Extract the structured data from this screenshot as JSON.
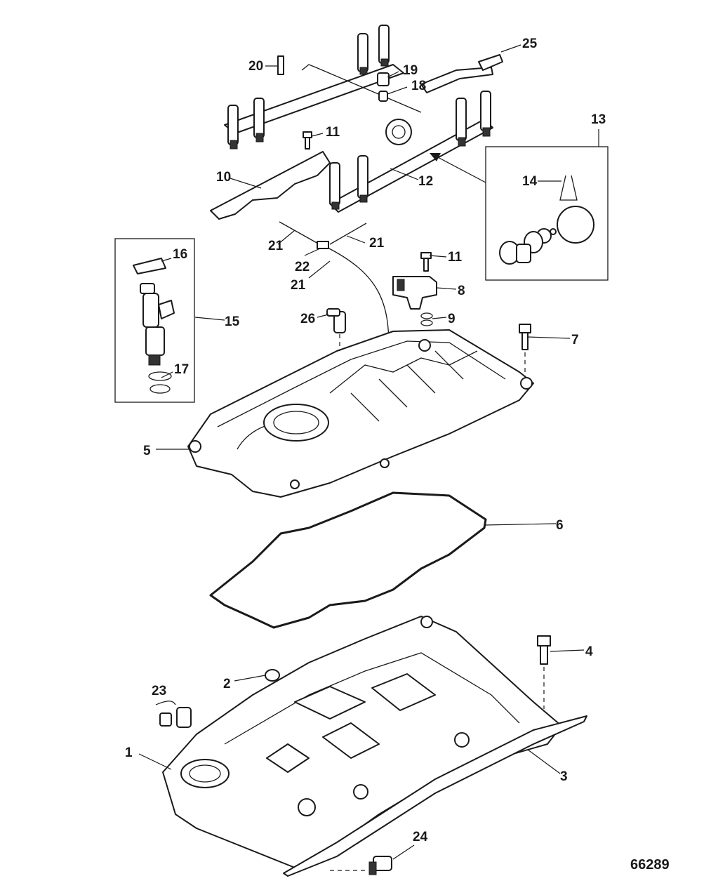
{
  "diagram": {
    "reference_number": "66289",
    "callouts": [
      {
        "id": "c1",
        "label": "1"
      },
      {
        "id": "c2",
        "label": "2"
      },
      {
        "id": "c3",
        "label": "3"
      },
      {
        "id": "c4",
        "label": "4"
      },
      {
        "id": "c5",
        "label": "5"
      },
      {
        "id": "c6",
        "label": "6"
      },
      {
        "id": "c7",
        "label": "7"
      },
      {
        "id": "c8",
        "label": "8"
      },
      {
        "id": "c9",
        "label": "9"
      },
      {
        "id": "c10",
        "label": "10"
      },
      {
        "id": "c11a",
        "label": "11"
      },
      {
        "id": "c11b",
        "label": "11"
      },
      {
        "id": "c12",
        "label": "12"
      },
      {
        "id": "c13",
        "label": "13"
      },
      {
        "id": "c14",
        "label": "14"
      },
      {
        "id": "c15",
        "label": "15"
      },
      {
        "id": "c16",
        "label": "16"
      },
      {
        "id": "c17",
        "label": "17"
      },
      {
        "id": "c18",
        "label": "18"
      },
      {
        "id": "c19",
        "label": "19"
      },
      {
        "id": "c20",
        "label": "20"
      },
      {
        "id": "c21a",
        "label": "21"
      },
      {
        "id": "c21b",
        "label": "21"
      },
      {
        "id": "c21c",
        "label": "21"
      },
      {
        "id": "c22",
        "label": "22"
      },
      {
        "id": "c23",
        "label": "23"
      },
      {
        "id": "c24",
        "label": "24"
      },
      {
        "id": "c25",
        "label": "25"
      },
      {
        "id": "c26",
        "label": "26"
      }
    ]
  }
}
